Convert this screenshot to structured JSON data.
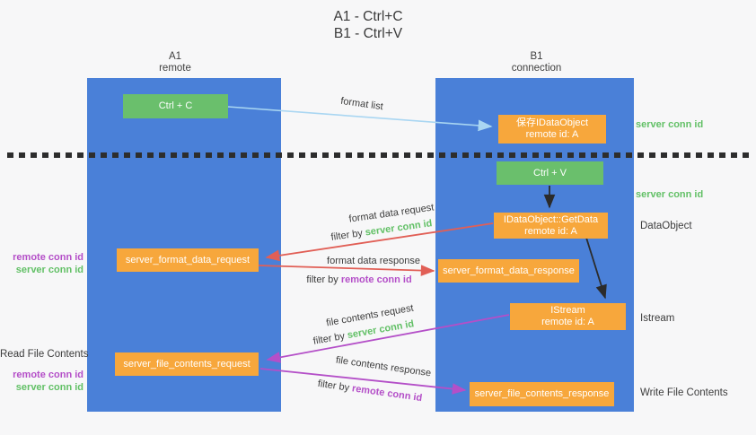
{
  "colors": {
    "lane_blue": "#4a80d8",
    "box_green": "#6abf6c",
    "box_orange": "#f7a73c",
    "arrow_red": "#e15f56",
    "arrow_purple": "#b44fc8",
    "arrow_light_blue": "#a9d6f2",
    "arrow_black": "#2b2b2b",
    "text_green": "#62c066",
    "text_purple": "#b44fc8",
    "text_dark": "#3c3c3c",
    "background": "#f7f7f8"
  },
  "title": {
    "lines": [
      "A1 - Ctrl+C",
      "B1 - Ctrl+V"
    ]
  },
  "lanes": {
    "a1": {
      "name": "A1",
      "subtitle": "remote"
    },
    "b1": {
      "name": "B1",
      "subtitle": "connection"
    }
  },
  "nodes": {
    "ctrl_c": {
      "label": "Ctrl + C"
    },
    "save_dataobject": {
      "line1": "保存IDataObject",
      "line2": "remote id: A"
    },
    "ctrl_v": {
      "label": "Ctrl + V"
    },
    "getdata": {
      "line1": "IDataObject::GetData",
      "line2": "remote id: A"
    },
    "format_request": {
      "label": "server_format_data_request"
    },
    "format_response": {
      "label": "server_format_data_response"
    },
    "istream": {
      "line1": "IStream",
      "line2": "remote id: A"
    },
    "file_request": {
      "label": "server_file_contents_request"
    },
    "file_response": {
      "label": "server_file_contents_response"
    }
  },
  "flow_labels": {
    "format_list": "format list",
    "format_data_request": "format data request",
    "filter_by_1": {
      "prefix": "filter by ",
      "value": "server conn id"
    },
    "format_data_response": "format data response",
    "filter_by_2": {
      "prefix": "filter by ",
      "value": "remote conn id"
    },
    "file_contents_request": "file contents request",
    "filter_by_3": {
      "prefix": "filter by ",
      "value": "server conn id"
    },
    "file_contents_response": "file contents response",
    "filter_by_4": {
      "prefix": "filter by ",
      "value": "remote conn id"
    }
  },
  "side_labels": {
    "right": {
      "server_conn_top": "server conn id",
      "server_conn_mid": "server conn id",
      "dataobject": "DataObject",
      "istream": "Istream",
      "write_file": "Write File Contents"
    },
    "left": {
      "remote_conn_1": "remote conn id",
      "server_conn_1": "server conn id",
      "read_file": "Read File Contents",
      "remote_conn_2": "remote conn id",
      "server_conn_2": "server conn id"
    }
  }
}
